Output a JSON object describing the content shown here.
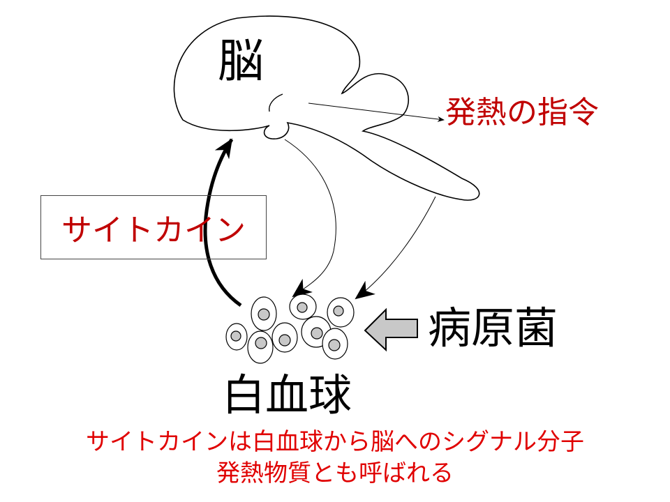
{
  "labels": {
    "brain": "脳",
    "fever_command": "発熱の指令",
    "cytokine": "サイトカイン",
    "pathogen": "病原菌",
    "white_blood_cell": "白血球"
  },
  "notes": [
    "サイトカインは白血球から脳へのシグナル分子",
    "発熱物質とも呼ばれる"
  ],
  "colors": {
    "red_text": "#c00000",
    "note_red": "#e00000",
    "cell_nucleus": "#c8c8c8"
  }
}
